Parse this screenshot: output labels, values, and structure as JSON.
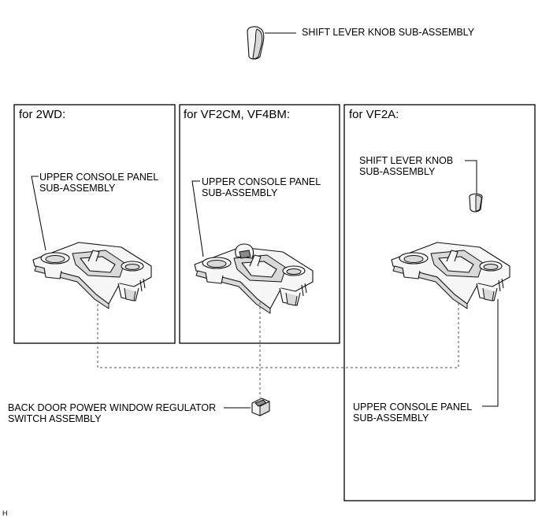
{
  "top_knob": {
    "label": "SHIFT LEVER KNOB SUB-ASSEMBLY"
  },
  "panels": [
    {
      "heading": "for 2WD:",
      "part_line1": "UPPER CONSOLE PANEL",
      "part_line2": "SUB-ASSEMBLY"
    },
    {
      "heading": "for VF2CM, VF4BM:",
      "part_line1": "UPPER CONSOLE PANEL",
      "part_line2": "SUB-ASSEMBLY"
    },
    {
      "heading": "for VF2A:",
      "knob_line1": "SHIFT LEVER KNOB",
      "knob_line2": "SUB-ASSEMBLY",
      "part_line1": "UPPER CONSOLE PANEL",
      "part_line2": "SUB-ASSEMBLY"
    }
  ],
  "switch": {
    "line1": "BACK DOOR POWER WINDOW REGULATOR",
    "line2": "SWITCH ASSEMBLY"
  },
  "corner_mark": "H"
}
